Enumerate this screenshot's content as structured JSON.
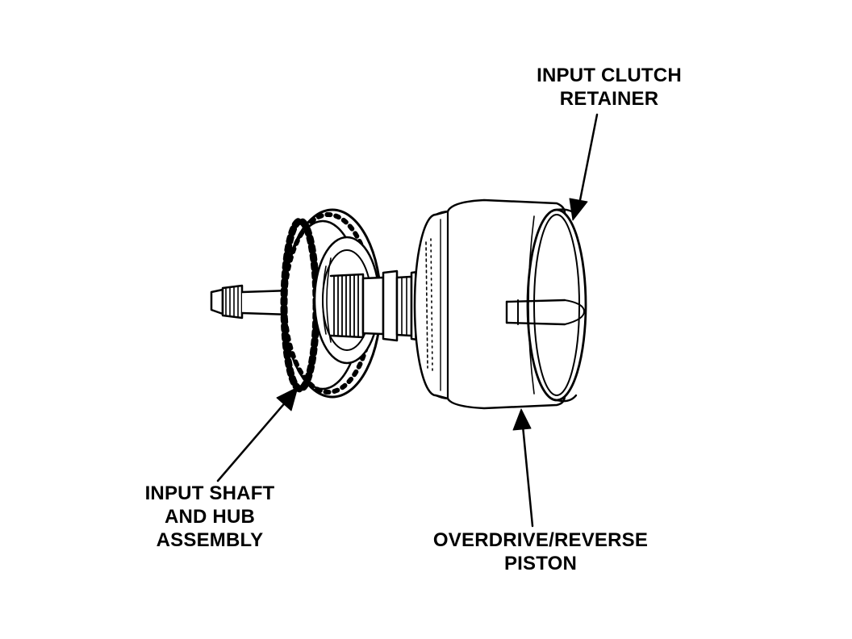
{
  "labels": {
    "input_clutch_retainer": [
      "INPUT CLUTCH",
      "RETAINER"
    ],
    "input_shaft_hub": [
      "INPUT SHAFT",
      "AND HUB",
      "ASSEMBLY"
    ],
    "overdrive_reverse_piston": [
      "OVERDRIVE/REVERSE",
      "PISTON"
    ]
  },
  "colors": {
    "ink": "#000000",
    "paper": "#ffffff"
  }
}
